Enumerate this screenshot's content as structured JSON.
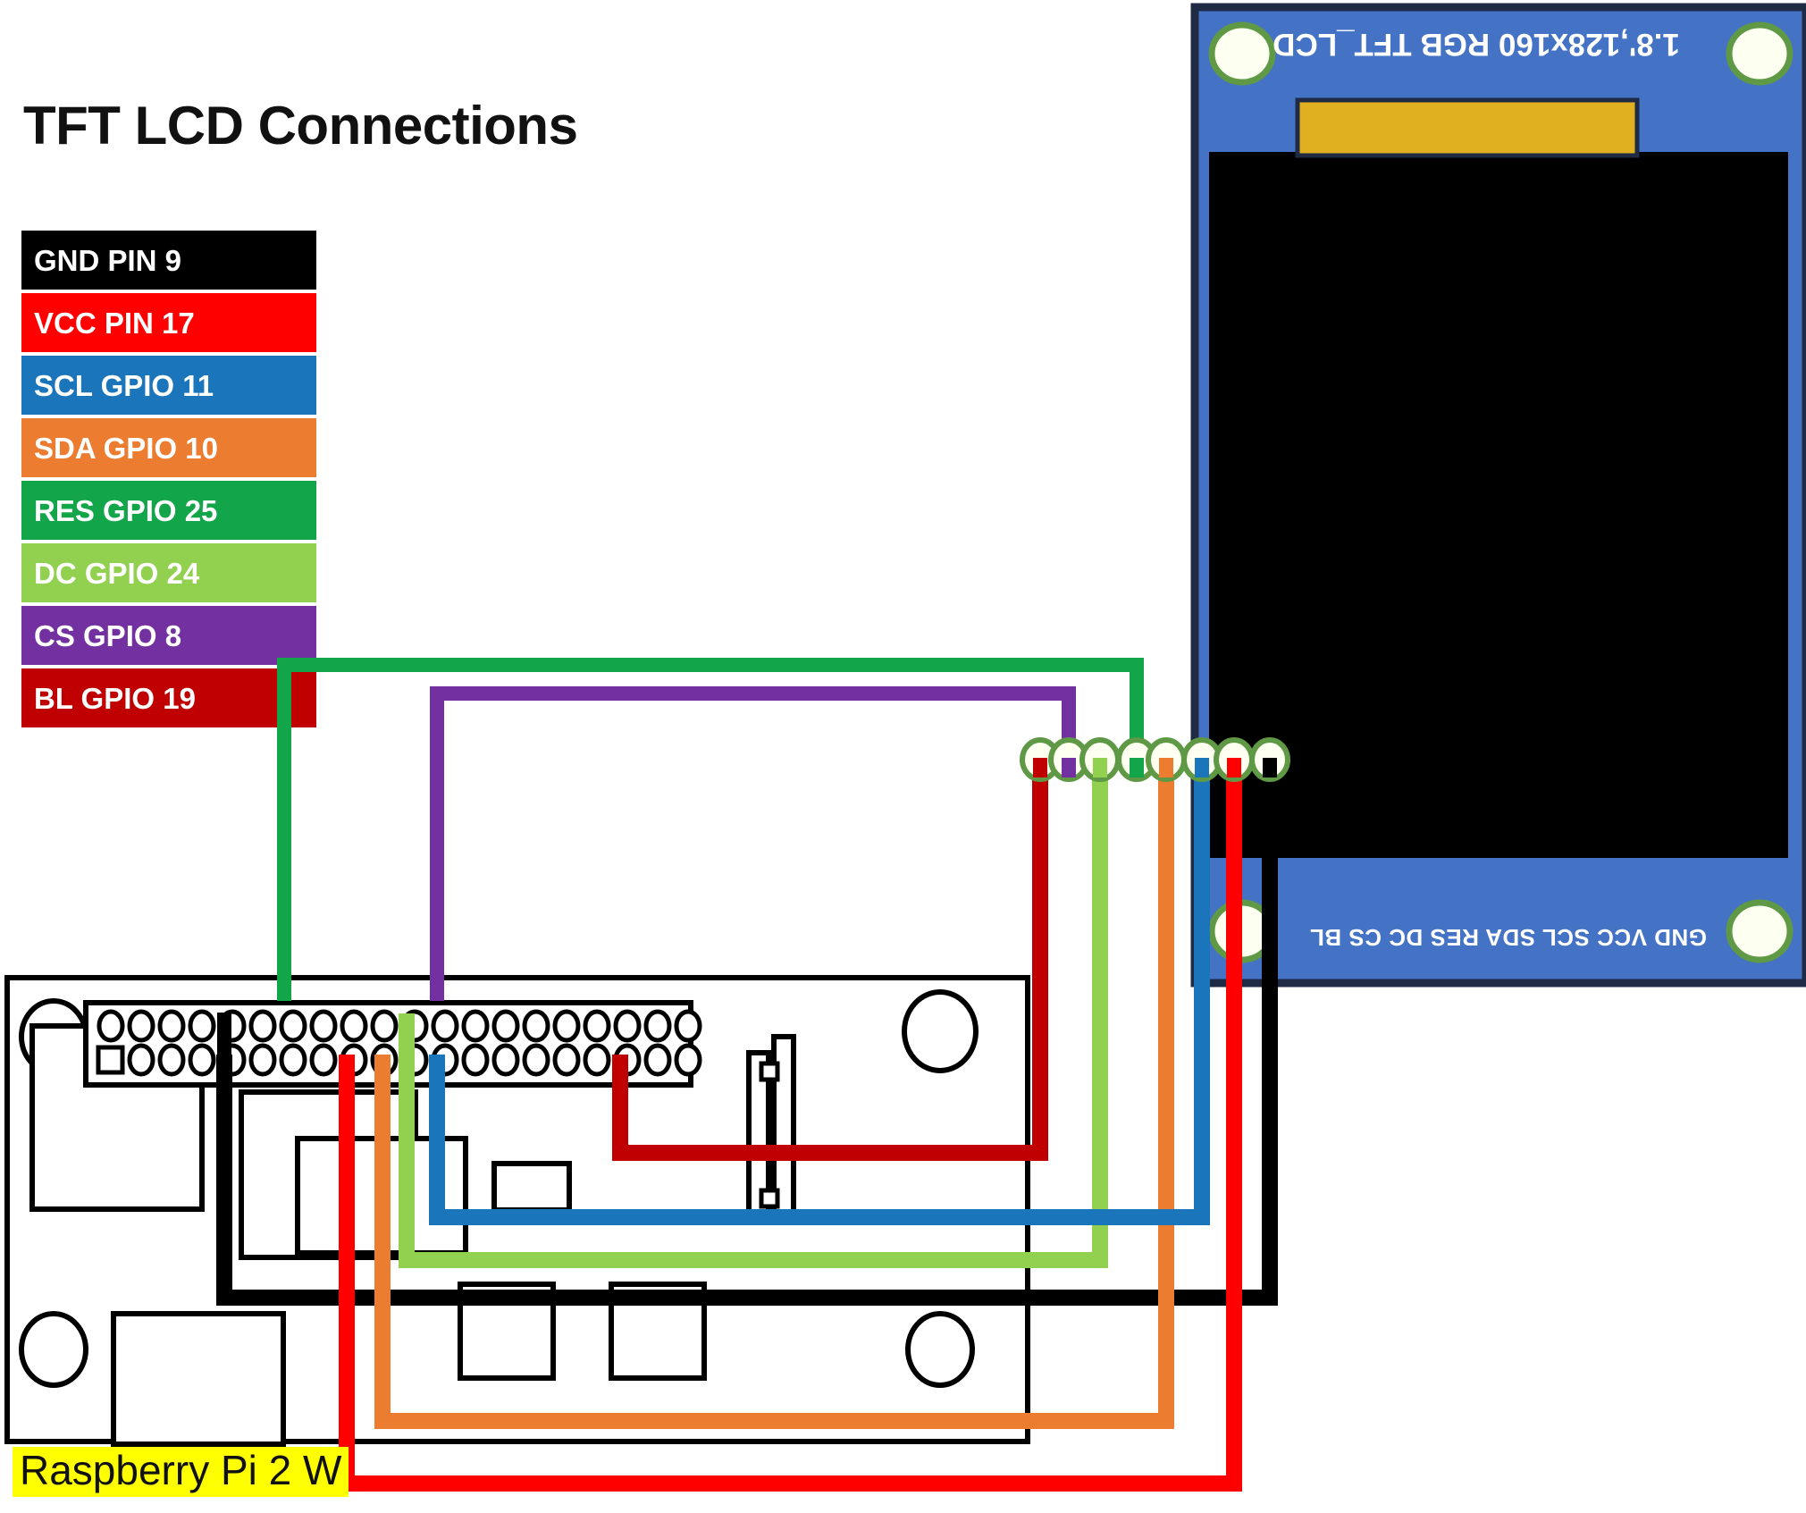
{
  "title": "TFT LCD Connections",
  "legend": {
    "items": [
      {
        "label": "GND PIN 9",
        "color": "#000000",
        "signal": "GND",
        "pin": "PIN 9"
      },
      {
        "label": "VCC PIN 17",
        "color": "#ff0000",
        "signal": "VCC",
        "pin": "PIN 17"
      },
      {
        "label": "SCL GPIO 11",
        "color": "#1b75bb",
        "signal": "SCL",
        "pin": "GPIO 11"
      },
      {
        "label": "SDA GPIO 10",
        "color": "#ec7c30",
        "signal": "SDA",
        "pin": "GPIO 10"
      },
      {
        "label": "RES GPIO 25",
        "color": "#13a54a",
        "signal": "RES",
        "pin": "GPIO 25"
      },
      {
        "label": "DC GPIO 24",
        "color": "#8fc champion",
        "signal": "DC",
        "pin": "GPIO 24"
      },
      {
        "label": "CS GPIO 8",
        "color": "#7230a0",
        "signal": "CS",
        "pin": "GPIO 8"
      },
      {
        "label": "BL GPIO 19",
        "color": "#c00000",
        "signal": "BL",
        "pin": "GPIO 19"
      }
    ]
  },
  "lcd": {
    "board_title": "1.8',128x160 RGB TFT_LCD",
    "pin_labels": "GND VCC SCL SDA RES DC CS BL",
    "pcb_color": "#4472c4",
    "screen_color": "#000000",
    "flex_color": "#e0b020",
    "hole_fill": "#fdfff0",
    "hole_ring": "#5f9945"
  },
  "pi": {
    "label": "Raspberry Pi 2 W",
    "label_bg": "#ffff00",
    "label_color": "#111111",
    "header_rows": 2,
    "header_cols": 20
  },
  "wires": [
    {
      "name": "gnd-wire",
      "signal": "GND",
      "color": "#000000"
    },
    {
      "name": "vcc-wire",
      "signal": "VCC",
      "color": "#ff0000"
    },
    {
      "name": "scl-wire",
      "signal": "SCL",
      "color": "#1b75bb"
    },
    {
      "name": "sda-wire",
      "signal": "SDA",
      "color": "#ec7c30"
    },
    {
      "name": "res-wire",
      "signal": "RES",
      "color": "#13a54a"
    },
    {
      "name": "dc-wire",
      "signal": "DC",
      "color": "#8fc champion"
    },
    {
      "name": "cs-wire",
      "signal": "CS",
      "color": "#7230a0"
    },
    {
      "name": "bl-wire",
      "signal": "BL",
      "color": "#c00000"
    }
  ]
}
